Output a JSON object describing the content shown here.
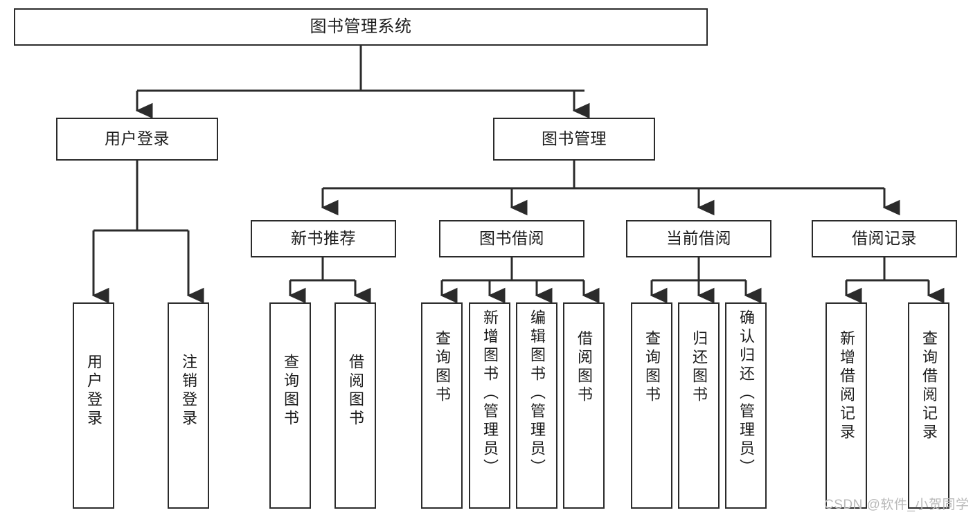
{
  "diagram": {
    "title": "图书管理系统",
    "root": {
      "label": "图书管理系统"
    },
    "level2": [
      {
        "label": "用户登录"
      },
      {
        "label": "图书管理"
      }
    ],
    "level3": [
      {
        "label": "新书推荐"
      },
      {
        "label": "图书借阅"
      },
      {
        "label": "当前借阅"
      },
      {
        "label": "借阅记录"
      }
    ],
    "leaves": {
      "user_login": [
        {
          "label": "用户登录"
        },
        {
          "label": "注销登录"
        }
      ],
      "new_book_recommend": [
        {
          "label": "查询图书"
        },
        {
          "label": "借阅图书"
        }
      ],
      "book_borrow": [
        {
          "label": "查询图书"
        },
        {
          "label": "新增图书（管理员）"
        },
        {
          "label": "编辑图书（管理员）"
        },
        {
          "label": "借阅图书"
        }
      ],
      "current_borrow": [
        {
          "label": "查询图书"
        },
        {
          "label": "归还图书"
        },
        {
          "label": "确认归还（管理员）"
        }
      ],
      "borrow_record": [
        {
          "label": "新增借阅记录"
        },
        {
          "label": "查询借阅记录"
        }
      ]
    }
  },
  "watermark": {
    "text": "CSDN @软件_小贺同学"
  },
  "colors": {
    "stroke": "#2b2b2b",
    "background": "#ffffff",
    "text": "#1b1b1b",
    "watermark": "#b9b9b9"
  }
}
